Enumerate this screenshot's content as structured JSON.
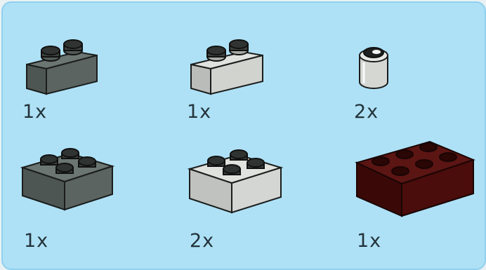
{
  "parts": [
    {
      "name": "brick-1x2-dark-gray",
      "qty": "1x",
      "color": "#5b6461"
    },
    {
      "name": "brick-1x2-light-gray",
      "qty": "1x",
      "color": "#d3d6d3"
    },
    {
      "name": "round-1x1-transparent",
      "qty": "2x",
      "color": "#d9dbd6"
    },
    {
      "name": "brick-2x2-dark-gray",
      "qty": "1x",
      "color": "#5b6461"
    },
    {
      "name": "brick-2x2-light-gray",
      "qty": "2x",
      "color": "#d3d6d3"
    },
    {
      "name": "brick-2x3-dark-red",
      "qty": "1x",
      "color": "#4a0d0b"
    }
  ]
}
